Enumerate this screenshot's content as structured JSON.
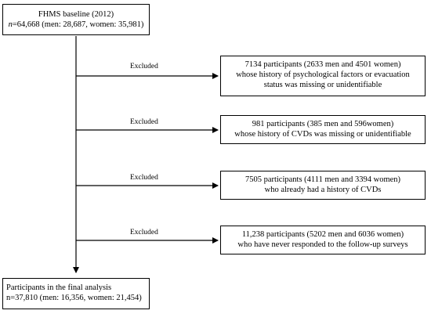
{
  "start": {
    "title": "FHMS baseline (2012)",
    "n_prefix": "n",
    "n_rest": "=64,668 (men: 28,687, women: 35,981)"
  },
  "exclusions": [
    {
      "label": "Excluded",
      "lines": [
        "7134 participants (2633 men and 4501 women)",
        "whose history of psychological factors or evacuation",
        "status was missing or unidentifiable"
      ]
    },
    {
      "label": "Excluded",
      "lines": [
        "981 participants  (385 men and 596women)",
        "whose history of CVDs was missing or unidentifiable"
      ]
    },
    {
      "label": "Excluded",
      "lines": [
        "7505 participants (4111 men and 3394 women)",
        "who already had a history of CVDs"
      ]
    },
    {
      "label": "Excluded",
      "lines": [
        "11,238 participants  (5202 men and 6036 women)",
        "who have never responded to the follow-up  surveys"
      ]
    }
  ],
  "end": {
    "title": "Participants in the final analysis",
    "n_line": "n=37,810 (men: 16,356, women: 21,454)"
  }
}
